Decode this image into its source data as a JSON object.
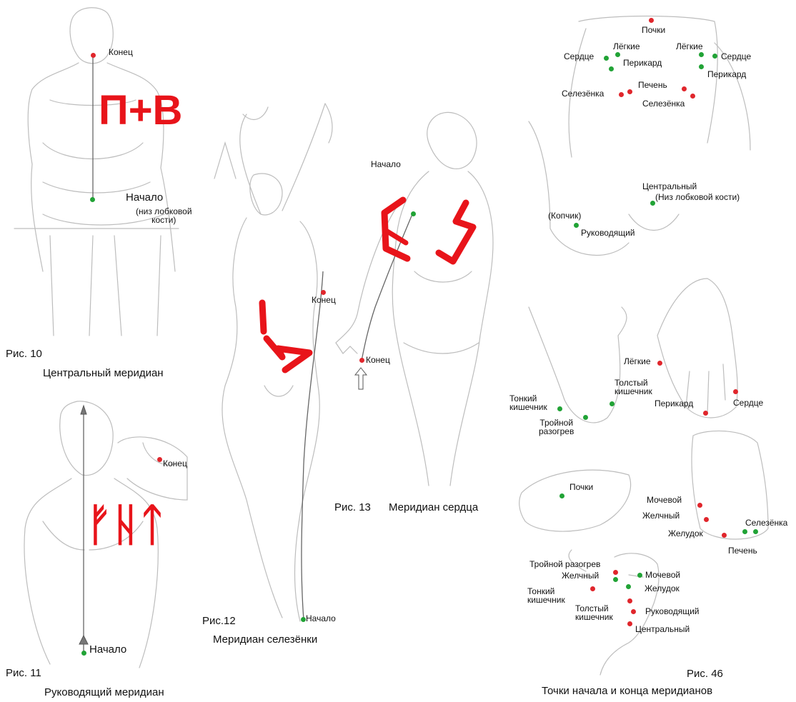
{
  "figures": {
    "fig10": {
      "number": "Рис. 10",
      "title": "Центральный меридиан",
      "runes": "П+В",
      "end": "Конец",
      "start": "Начало",
      "start_note": "(низ лобковой\nкости)"
    },
    "fig11": {
      "number": "Рис. 11",
      "title": "Руководящий меридиан",
      "runes": "ᚠᚺᛏ",
      "end": "Конец",
      "start": "Начало"
    },
    "fig12": {
      "number": "Рис.12",
      "title": "Меридиан селезёнки",
      "end": "Конец",
      "start": "Начало"
    },
    "fig13": {
      "number": "Рис. 13",
      "title": "Меридиан сердца",
      "start": "Начало",
      "end": "Конец"
    },
    "fig46": {
      "number": "Рис. 46",
      "title": "Точки начала и конца меридианов",
      "torso": {
        "pochki": "Почки",
        "legkie_left": "Лёгкие",
        "serdce_left": "Сердце",
        "perikard_left": "Перикард",
        "legkie_right": "Лёгкие",
        "serdce_right": "Сердце",
        "perikard_right": "Перикард",
        "pechen": "Печень",
        "selezenka_left": "Селезёнка",
        "selezenka_right": "Селезёнка",
        "centralnyi": "Центральный",
        "centralnyi_note": "(Низ лобковой кости)",
        "kopchik": "(Копчик)",
        "rukovodyashchii": "Руководящий"
      },
      "hands": {
        "legkie": "Лёгкие",
        "serdce": "Сердце",
        "perikard": "Перикард",
        "tolstyi": "Толстый\nкишечник",
        "tonkii": "Тонкий\nкишечник",
        "troinoi": "Тройной\nразогрев"
      },
      "feet": {
        "pochki": "Почки",
        "mochevoi": "Мочевой",
        "zhelchnyi": "Желчный",
        "zheludok": "Желудок",
        "pechen": "Печень",
        "selezenka": "Селезёнка"
      },
      "face": {
        "troinoi": "Тройной разогрев",
        "zhelchnyi": "Желчный",
        "tonkii": "Тонкий\nкишечник",
        "tolstyi": "Толстый\nкишечник",
        "mochevoi": "Мочевой",
        "zheludok": "Желудок",
        "rukovodyashchii": "Руководящий",
        "centralnyi": "Центральный"
      }
    }
  },
  "colors": {
    "green_point": "#21a336",
    "red_point": "#e0262c",
    "rune_red": "#e8141a",
    "sketch": "#b8b8b8"
  }
}
